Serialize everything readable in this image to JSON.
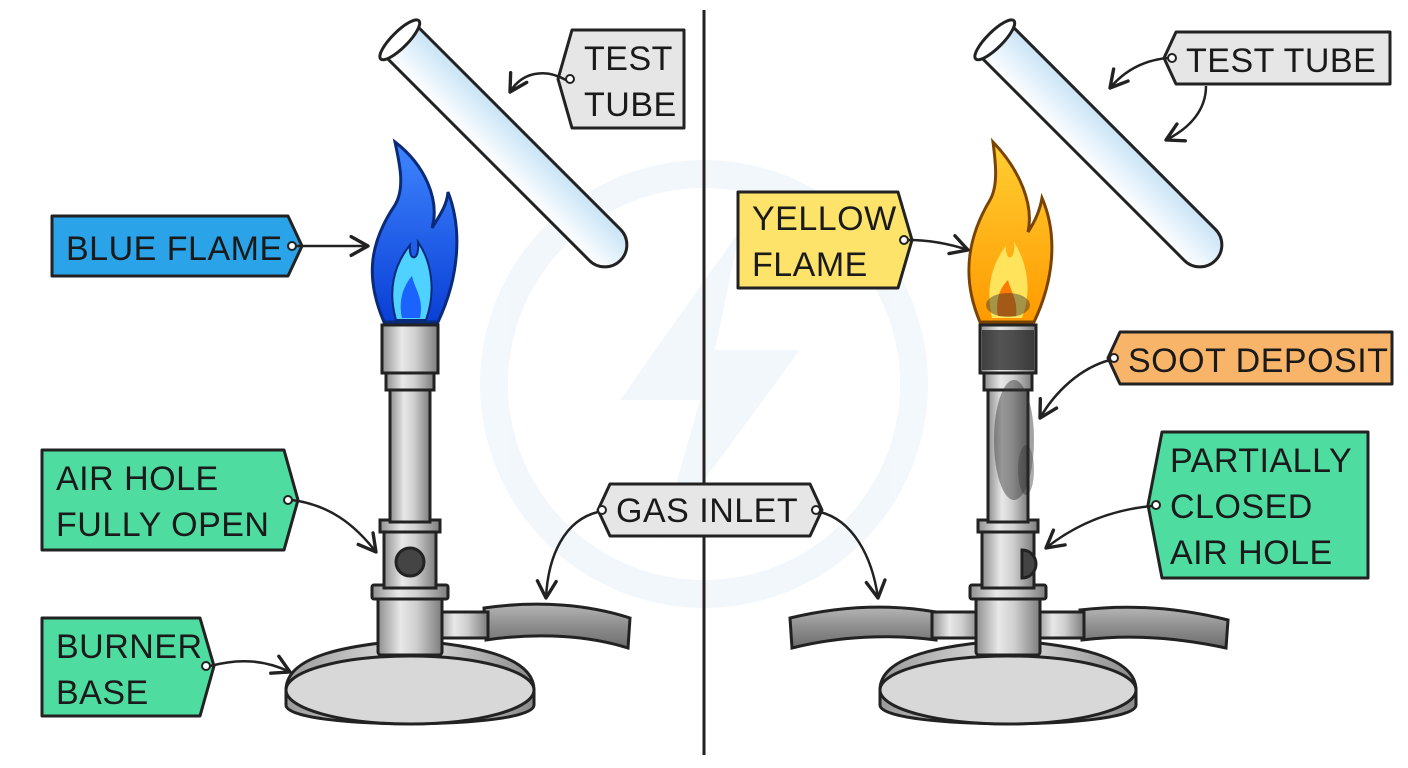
{
  "labels": {
    "left_test_tube": [
      "TEST",
      "TUBE"
    ],
    "blue_flame": "BLUE FLAME",
    "air_hole_open": [
      "AIR HOLE",
      "FULLY OPEN"
    ],
    "burner_base": [
      "BURNER",
      "BASE"
    ],
    "gas_inlet": "GAS INLET",
    "right_test_tube": "TEST TUBE",
    "yellow_flame": [
      "YELLOW",
      "FLAME"
    ],
    "soot_deposit": "SOOT DEPOSIT",
    "air_hole_partial": [
      "PARTIALLY",
      "CLOSED",
      "AIR HOLE"
    ]
  },
  "colors": {
    "blue_tag": "#2aa3e8",
    "yellow_tag": "#fde36a",
    "orange_tag": "#f8b56a",
    "green_tag": "#4fdca0",
    "grey_tag": "#e6e6e6",
    "outline": "#222222",
    "metal": "#c9c9c9",
    "blue_flame": "#1f66ff",
    "yellow_flame": "#ffb300"
  }
}
